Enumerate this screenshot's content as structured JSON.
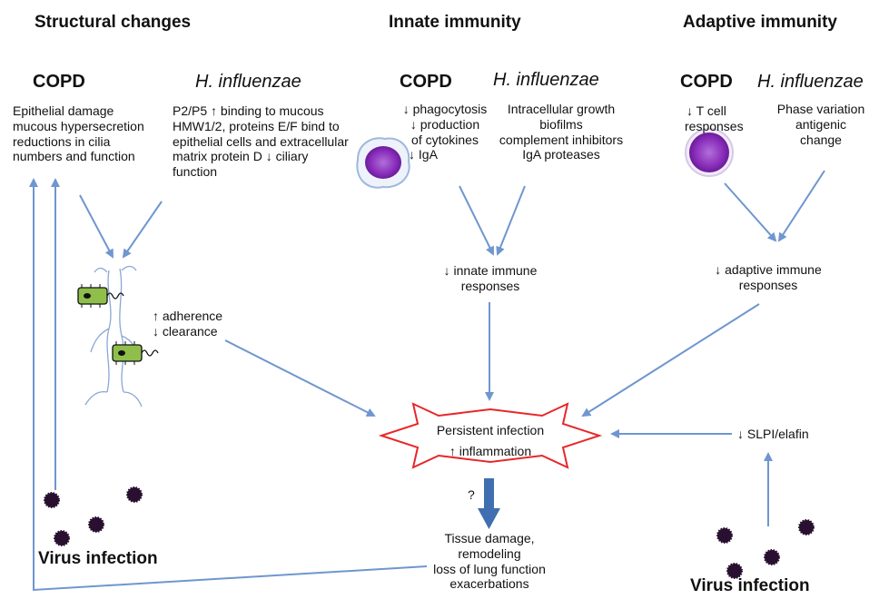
{
  "headers": {
    "structural": "Structural changes",
    "innate": "Innate immunity",
    "adaptive": "Adaptive immunity"
  },
  "structural": {
    "copd_label": "COPD",
    "copd_text": [
      "Epithelial damage",
      "mucous hypersecretion",
      "reductions in cilia",
      "numbers and function"
    ],
    "hinf_label": "H. influenzae",
    "hinf_text": [
      "P2/P5 ↑  binding to mucous",
      "HMW1/2, proteins E/F bind to",
      "epithelial cells and extracellular",
      "matrix protein D ↓ ciliary",
      "function"
    ],
    "effect_text": [
      "↑ adherence",
      "↓ clearance"
    ]
  },
  "innate": {
    "copd_label": "COPD",
    "copd_text": [
      "↓ phagocytosis",
      "↓ production",
      "of cytokines",
      "↓ IgA"
    ],
    "hinf_label": "H. influenzae",
    "hinf_text": [
      "Intracellular growth",
      "biofilms",
      "complement inhibitors",
      "IgA proteases"
    ],
    "result_text": [
      "↓ innate immune",
      "responses"
    ]
  },
  "adaptive": {
    "copd_label": "COPD",
    "copd_text": [
      "↓ T cell",
      "responses"
    ],
    "hinf_label": "H. influenzae",
    "hinf_text": [
      "Phase variation",
      "antigenic",
      "change"
    ],
    "result_text": [
      "↓ adaptive immune",
      "responses"
    ]
  },
  "center": {
    "star_text": [
      "Persistent infection",
      "↑ inflammation"
    ],
    "question_mark": "?",
    "outcome_text": [
      "Tissue damage,",
      "remodeling",
      "loss of lung function",
      "exacerbations"
    ]
  },
  "slpi": {
    "text": "↓ SLPI/elafin"
  },
  "virus_left": {
    "label": "Virus infection"
  },
  "virus_right": {
    "label": "Virus infection"
  },
  "colors": {
    "arrow": "#6f96cf",
    "star_stroke": "#e8272a",
    "bold_arrow": "#3f6fb0",
    "virus": "#2a1030",
    "cell": "#8a2dbb",
    "bacteria": "#8fbf4a"
  }
}
